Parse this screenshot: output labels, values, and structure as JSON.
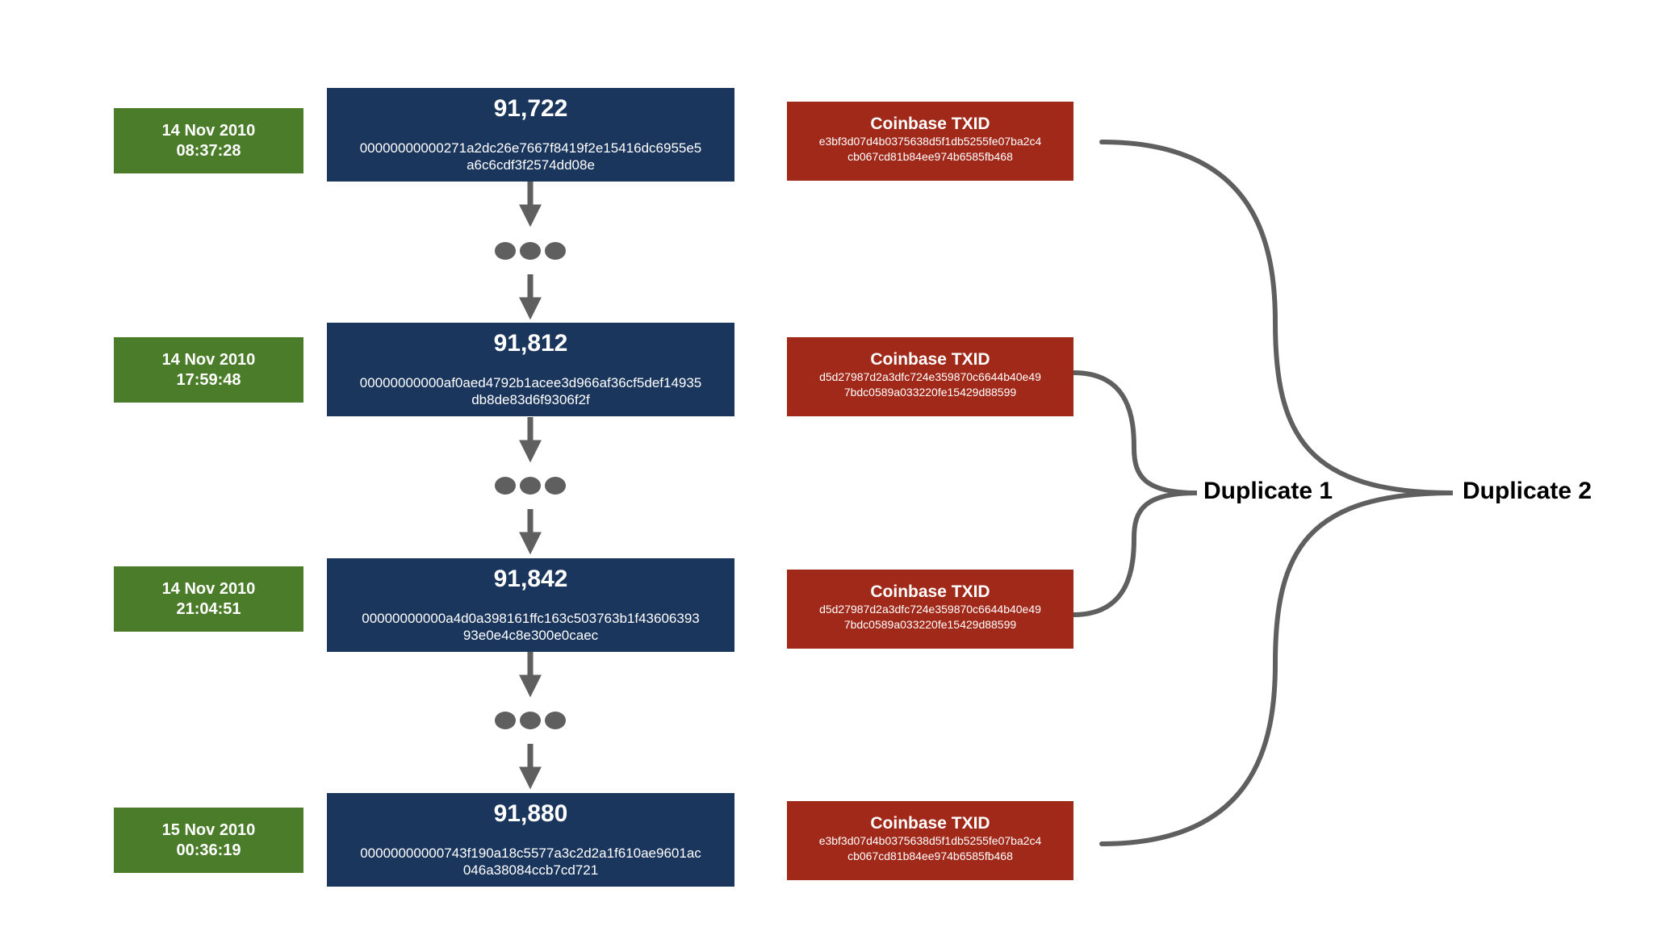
{
  "chain": [
    {
      "date": "14 Nov 2010",
      "time": "08:37:28",
      "height": "91,722",
      "hash_line1": "00000000000271a2dc26e7667f8419f2e15416dc6955e5",
      "hash_line2": "a6c6cdf3f2574dd08e",
      "coinbase_title": "Coinbase TXID",
      "txid_line1": "e3bf3d07d4b0375638d5f1db5255fe07ba2c4",
      "txid_line2": "cb067cd81b84ee974b6585fb468"
    },
    {
      "date": "14 Nov 2010",
      "time": "17:59:48",
      "height": "91,812",
      "hash_line1": "00000000000af0aed4792b1acee3d966af36cf5def14935",
      "hash_line2": "db8de83d6f9306f2f",
      "coinbase_title": "Coinbase TXID",
      "txid_line1": "d5d27987d2a3dfc724e359870c6644b40e49",
      "txid_line2": "7bdc0589a033220fe15429d88599"
    },
    {
      "date": "14 Nov 2010",
      "time": "21:04:51",
      "height": "91,842",
      "hash_line1": "00000000000a4d0a398161ffc163c503763b1f43606393",
      "hash_line2": "93e0e4c8e300e0caec",
      "coinbase_title": "Coinbase TXID",
      "txid_line1": "d5d27987d2a3dfc724e359870c6644b40e49",
      "txid_line2": "7bdc0589a033220fe15429d88599"
    },
    {
      "date": "15 Nov 2010",
      "time": "00:36:19",
      "height": "91,880",
      "hash_line1": "00000000000743f190a18c5577a3c2d2a1f610ae9601ac",
      "hash_line2": "046a38084ccb7cd721",
      "coinbase_title": "Coinbase TXID",
      "txid_line1": "e3bf3d07d4b0375638d5f1db5255fe07ba2c4",
      "txid_line2": "cb067cd81b84ee974b6585fb468"
    }
  ],
  "duplicates": {
    "label_1": "Duplicate 1",
    "label_2": "Duplicate 2"
  },
  "colors": {
    "date_box": "#4a7c2a",
    "block_box": "#1b365d",
    "txid_box": "#a0291a",
    "connector": "#5f5f5f"
  },
  "icons": {
    "chain_arrow": "arrow-down-icon",
    "omitted_blocks": "ellipsis-icon",
    "duplicate_grouping": "curly-brace-icon"
  }
}
